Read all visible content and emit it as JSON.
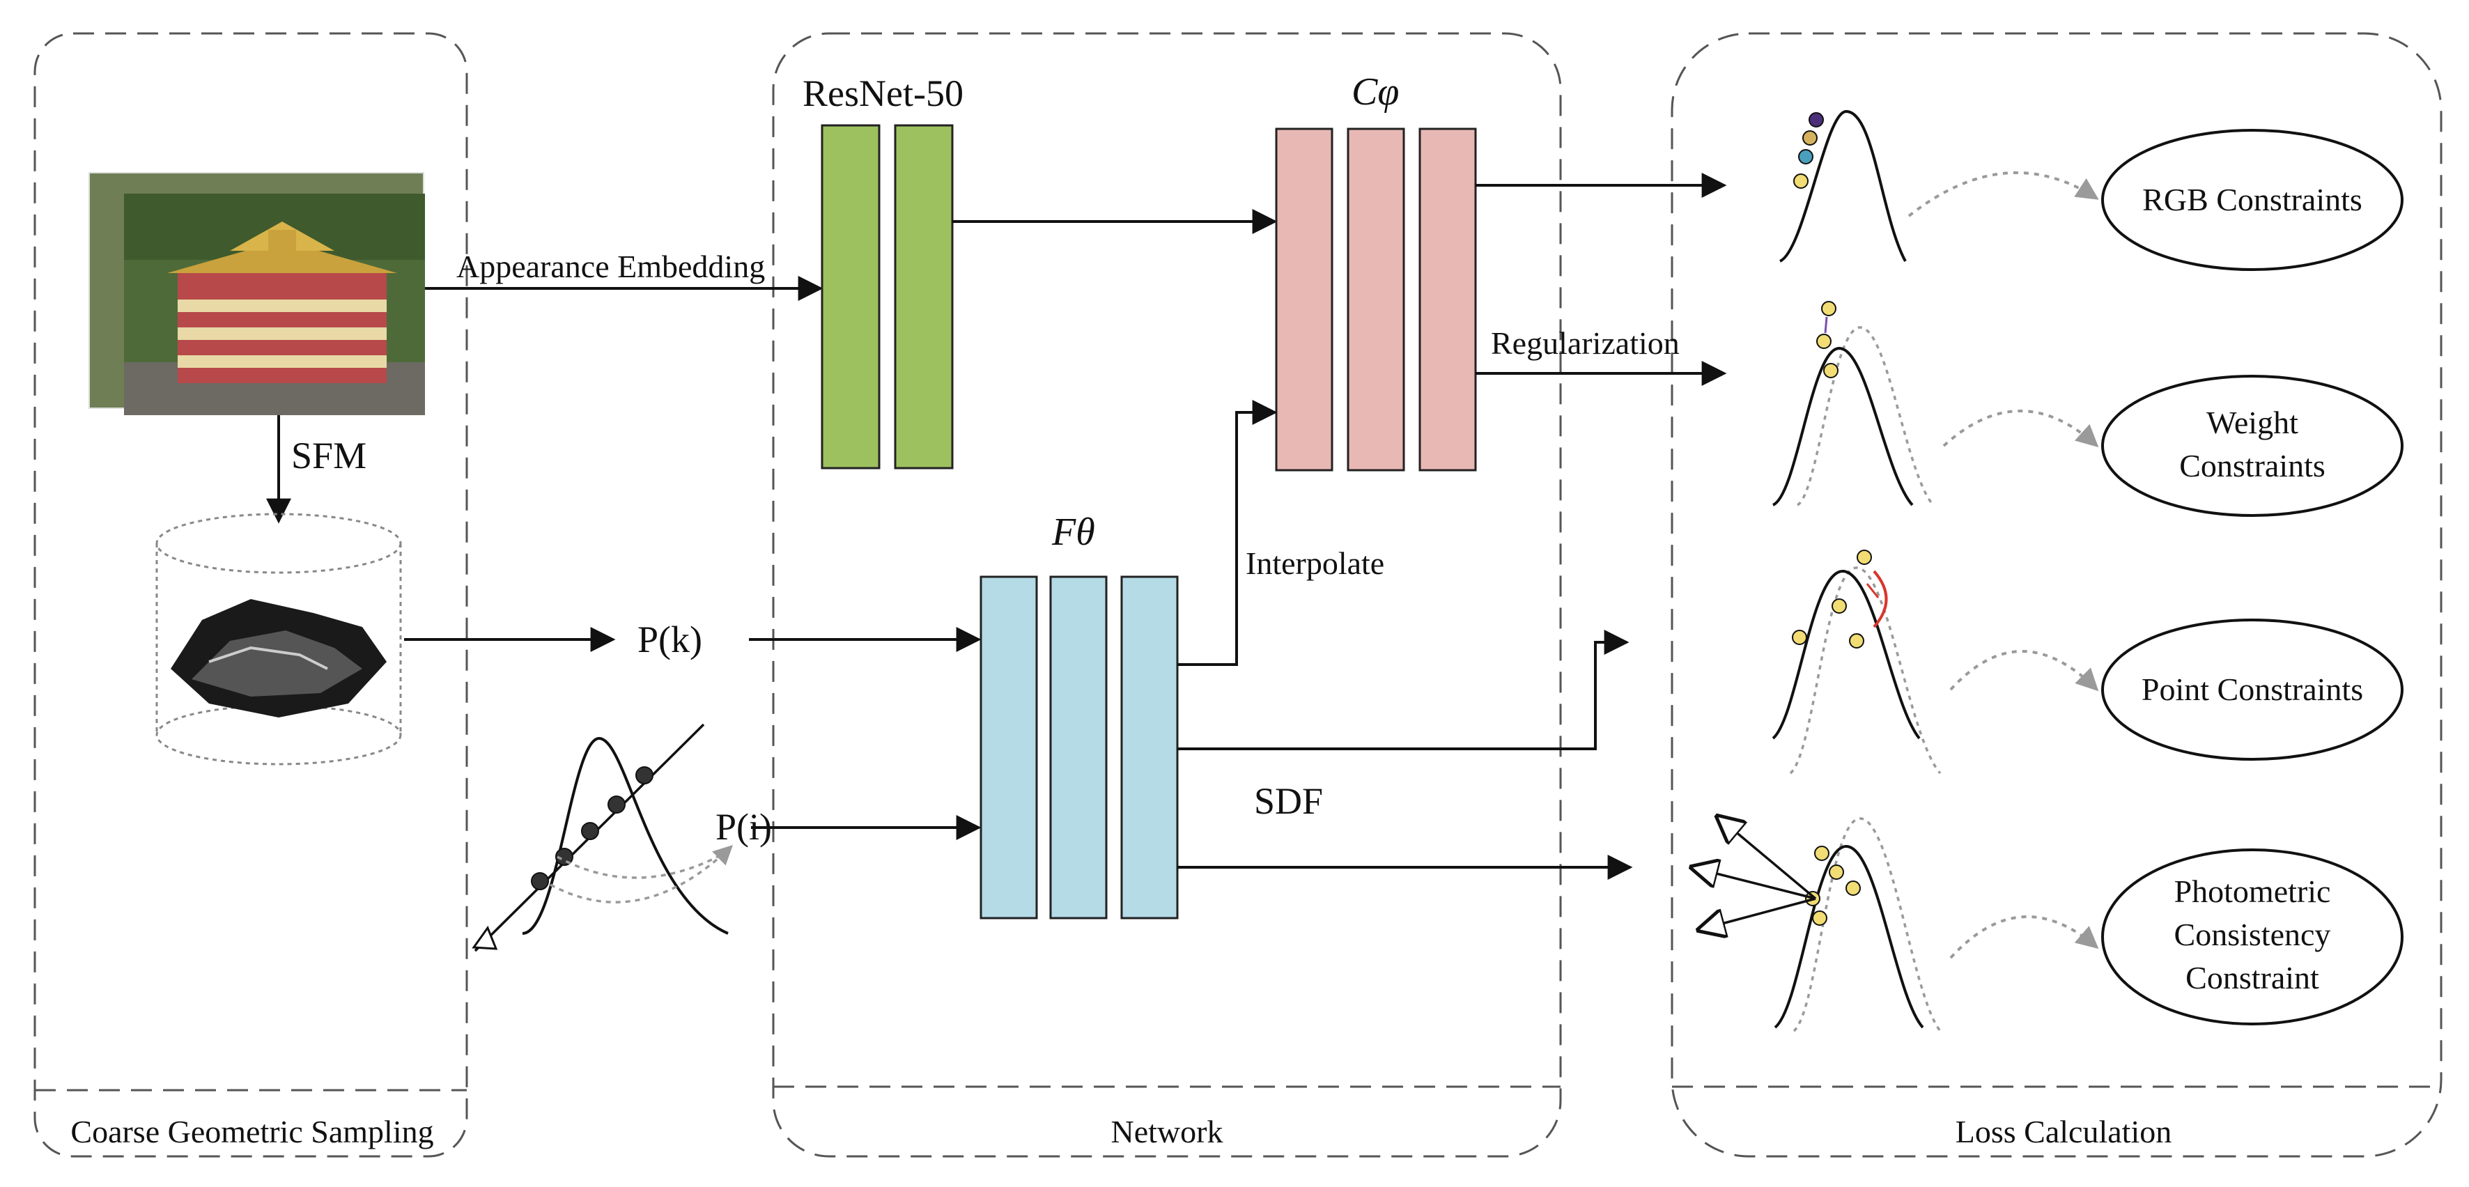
{
  "panels": {
    "coarse": {
      "title": "Coarse Geometric Sampling"
    },
    "network": {
      "title": "Network"
    },
    "loss": {
      "title": "Loss Calculation"
    }
  },
  "labels": {
    "appearance_embedding": "Appearance Embedding",
    "sfm": "SFM",
    "pk": "P(k)",
    "pi": "P(i)",
    "resnet": "ResNet-50",
    "c_phi": "Cφ",
    "f_theta": "Fθ",
    "interpolate": "Interpolate",
    "regularization": "Regularization",
    "sdf": "SDF"
  },
  "constraints": {
    "rgb": [
      "RGB Constraints"
    ],
    "weight": [
      "Weight",
      "Constraints"
    ],
    "point": [
      "Point Constraints"
    ],
    "photometric": [
      "Photometric",
      "Consistency",
      "Constraint"
    ]
  },
  "colors": {
    "resnet_fill": "#9dc15f",
    "c_phi_fill": "#e8b8b4",
    "f_theta_fill": "#b4dbe6",
    "point_yellow": "#f2dd74",
    "arrow_gray": "#9a9a9a",
    "highlight_red": "#d9352b"
  }
}
